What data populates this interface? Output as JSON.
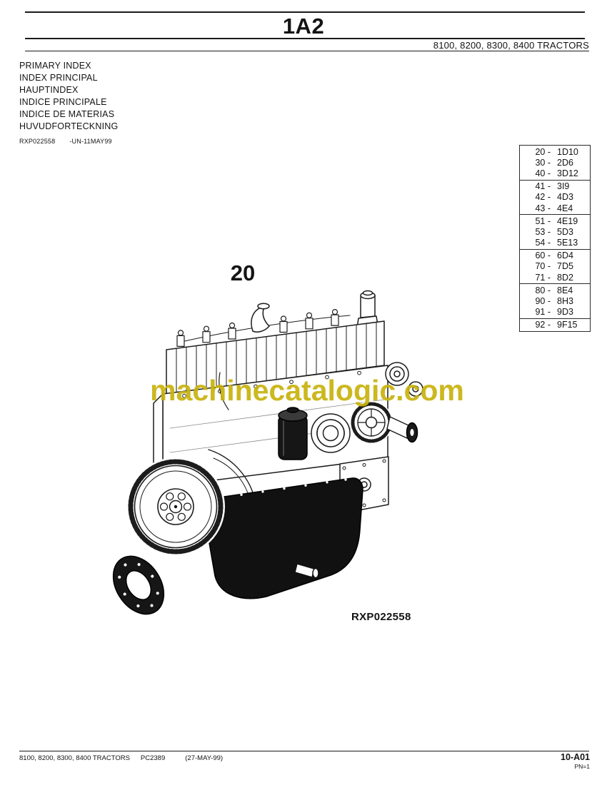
{
  "header": {
    "section_code": "1A2",
    "model_line": "8100, 8200, 8300, 8400 TRACTORS"
  },
  "index_block": {
    "titles": [
      "PRIMARY INDEX",
      "INDEX PRINCIPAL",
      "HAUPTINDEX",
      "INDICE PRINCIPALE",
      "INDICE DE MATERIAS",
      "HUVUDFORTECKNING"
    ],
    "ref_code": "RXP022558",
    "ref_note": "-UN-11MAY99"
  },
  "index_table": {
    "rows": [
      {
        "num": "20 -",
        "code": "1D10"
      },
      {
        "num": "30 -",
        "code": "2D6"
      },
      {
        "num": "40 -",
        "code": "3D12"
      },
      {
        "num": "41 -",
        "code": "3I9"
      },
      {
        "num": "42 -",
        "code": "4D3"
      },
      {
        "num": "43 -",
        "code": "4E4"
      },
      {
        "num": "51 -",
        "code": "4E19"
      },
      {
        "num": "53 -",
        "code": "5D3"
      },
      {
        "num": "54 -",
        "code": "5E13"
      },
      {
        "num": "60 -",
        "code": "6D4"
      },
      {
        "num": "70 -",
        "code": "7D5"
      },
      {
        "num": "71 -",
        "code": "8D2"
      },
      {
        "num": "80 -",
        "code": "8E4"
      },
      {
        "num": "90 -",
        "code": "8H3"
      },
      {
        "num": "91 -",
        "code": "9D3"
      },
      {
        "num": "92 -",
        "code": "9F15"
      }
    ]
  },
  "figure": {
    "number": "20",
    "caption": "RXP022558",
    "watermark": "machinecatalogic.com",
    "watermark_color": "#c8b30d",
    "illustration": "engine-assembly-line-drawing"
  },
  "footer": {
    "models": "8100, 8200, 8300, 8400 TRACTORS",
    "doc_code": "PC2389",
    "date": "(27-MAY-99)",
    "page_code": "10-A01",
    "page_note": "PN=1"
  }
}
